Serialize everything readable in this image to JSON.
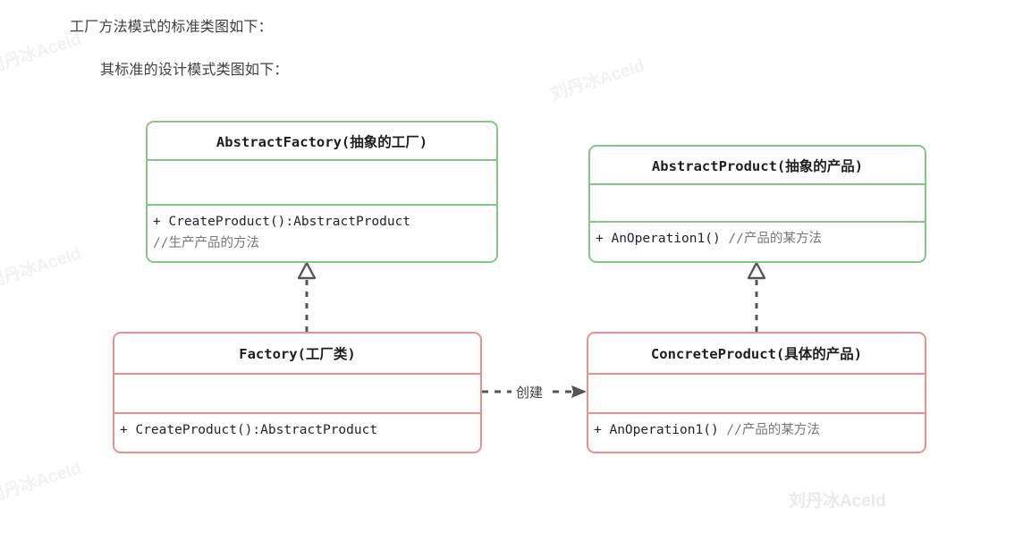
{
  "page": {
    "background": "#ffffff",
    "headings": [
      {
        "id": "heading-1",
        "text": "工厂方法模式的标准类图如下："
      },
      {
        "id": "heading-2",
        "text": "其标准的设计模式类图如下："
      }
    ]
  },
  "watermarks": {
    "text": "刘丹冰AceId",
    "color": "#f2f2f2",
    "instances": [
      "left-top",
      "left-middle",
      "left-bottom",
      "center-top",
      "bottom-right"
    ]
  },
  "colors": {
    "abstract_border": "#82c785",
    "concrete_border": "#e8918f",
    "title_text": "#1f1f1f",
    "member_text": "#21242b",
    "comment_text": "#777777",
    "connector": "#555555",
    "heading_text": "#3f3f3f"
  },
  "diagram": {
    "type": "uml-class-diagram",
    "classes": [
      {
        "id": "abstract-factory",
        "name": "AbstractFactory(抽象的工厂)",
        "stereotype": "abstract",
        "border": "#82c785",
        "attributes": [],
        "operations": [
          {
            "signature": "+ CreateProduct():AbstractProduct",
            "comment": ""
          },
          {
            "signature": "",
            "comment": "//生产产品的方法"
          }
        ]
      },
      {
        "id": "abstract-product",
        "name": "AbstractProduct(抽象的产品)",
        "stereotype": "abstract",
        "border": "#82c785",
        "attributes": [],
        "operations": [
          {
            "signature": "+ AnOperation1()",
            "comment": "//产品的某方法"
          }
        ]
      },
      {
        "id": "factory",
        "name": "Factory(工厂类)",
        "stereotype": "concrete",
        "border": "#e8918f",
        "attributes": [],
        "operations": [
          {
            "signature": "+ CreateProduct():AbstractProduct",
            "comment": ""
          }
        ]
      },
      {
        "id": "concrete-product",
        "name": "ConcreteProduct(具体的产品)",
        "stereotype": "concrete",
        "border": "#e8918f",
        "attributes": [],
        "operations": [
          {
            "signature": "+ AnOperation1()",
            "comment": "//产品的某方法"
          }
        ]
      }
    ],
    "relations": [
      {
        "id": "factory-realizes-abstractfactory",
        "from": "factory",
        "to": "abstract-factory",
        "kind": "realization",
        "style": "dashed",
        "arrowhead": "hollow-triangle",
        "label": ""
      },
      {
        "id": "concreteproduct-realizes-abstractproduct",
        "from": "concrete-product",
        "to": "abstract-product",
        "kind": "realization",
        "style": "dashed",
        "arrowhead": "hollow-triangle",
        "label": ""
      },
      {
        "id": "factory-creates-concreteproduct",
        "from": "factory",
        "to": "concrete-product",
        "kind": "dependency",
        "style": "dashed",
        "arrowhead": "open-arrow",
        "label": "创建"
      }
    ]
  }
}
